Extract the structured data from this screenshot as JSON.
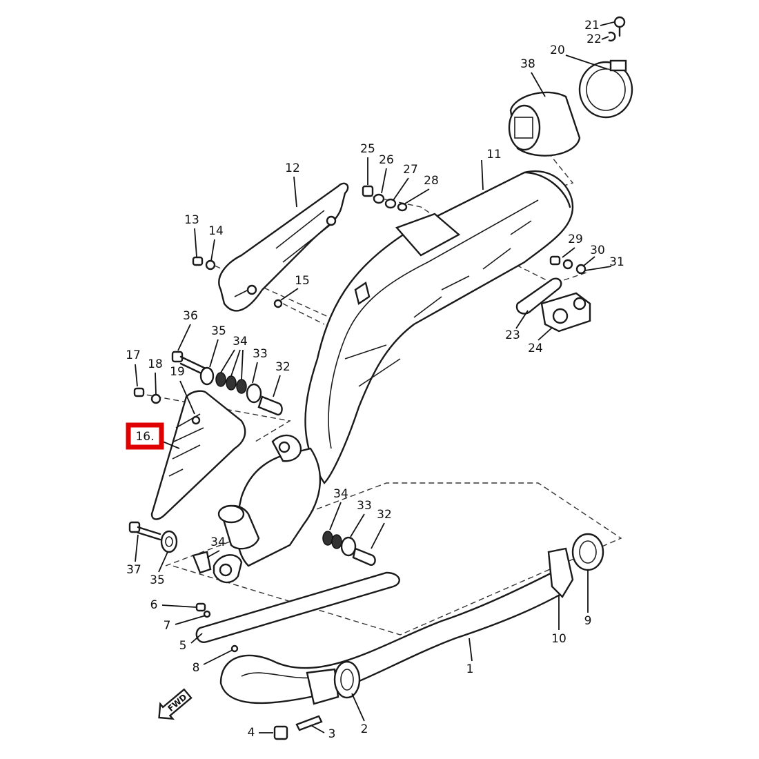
{
  "diagram": {
    "type": "exploded parts diagram (exhaust system)",
    "highlighted_part": "16.",
    "fwd_marker": "FWD",
    "highlight_color": "#e00000",
    "labels": {
      "p1": "1",
      "p2": "2",
      "p3": "3",
      "p4": "4",
      "p5": "5",
      "p6": "6",
      "p7": "7",
      "p8": "8",
      "p9": "9",
      "p10": "10",
      "p11": "11",
      "p12": "12",
      "p13": "13",
      "p14": "14",
      "p15": "15",
      "p16": "16.",
      "p17": "17",
      "p18": "18",
      "p19": "19",
      "p20": "20",
      "p21": "21",
      "p22": "22",
      "p23": "23",
      "p24": "24",
      "p25": "25",
      "p26": "26",
      "p27": "27",
      "p28": "28",
      "p29": "29",
      "p30": "30",
      "p31": "31",
      "p32a": "32",
      "p32b": "32",
      "p33a": "33",
      "p33b": "33",
      "p34a": "34",
      "p34b": "34",
      "p34c": "34",
      "p35a": "35",
      "p35b": "35",
      "p36": "36",
      "p37": "37",
      "p38": "38"
    }
  }
}
